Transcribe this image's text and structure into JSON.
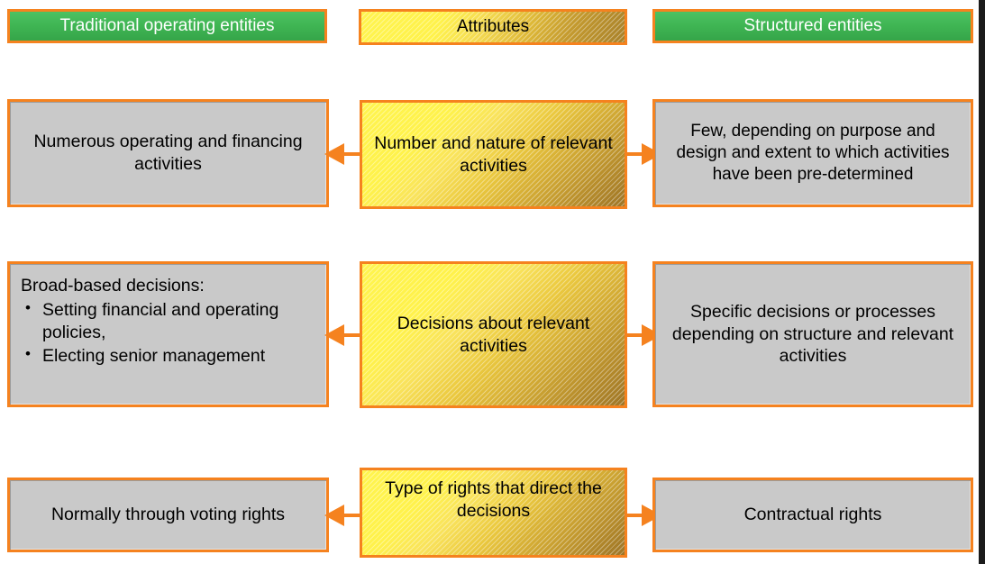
{
  "diagram": {
    "headers": [
      {
        "label": "Traditional operating entities",
        "style": "green"
      },
      {
        "label": "Attributes",
        "style": "gold"
      },
      {
        "label": "Structured entities",
        "style": "green"
      }
    ],
    "rows": [
      {
        "left": {
          "text": "Numerous operating and financing activities"
        },
        "center": {
          "text": "Number and nature of relevant activities"
        },
        "right": {
          "text": "Few, depending on purpose and design and extent to which activities have been pre-determined"
        },
        "left_arrow": "arrow-left",
        "right_arrow": "arrow-right"
      },
      {
        "left": {
          "title": "Broad-based decisions:",
          "bullets": [
            "Setting financial and operating policies,",
            "Electing senior management"
          ]
        },
        "center": {
          "text": "Decisions about relevant activities"
        },
        "right": {
          "text": "Specific decisions or processes depending on structure and relevant activities"
        },
        "left_arrow": "arrow-left",
        "right_arrow": "arrow-right"
      },
      {
        "left": {
          "text": "Normally through voting rights"
        },
        "center": {
          "text": "Type of rights that direct the decisions"
        },
        "right": {
          "text": "Contractual rights"
        },
        "left_arrow": "arrow-left",
        "right_arrow": "arrow-right"
      }
    ]
  },
  "colors": {
    "border_orange": "#F5821F",
    "header_green": "#3FB553",
    "gold_light": "#FFF44F",
    "gold_dark": "#9E7526",
    "box_gray": "#C9C9C9",
    "text_dark": "#000000",
    "header_text_light": "#FFFFFF"
  }
}
